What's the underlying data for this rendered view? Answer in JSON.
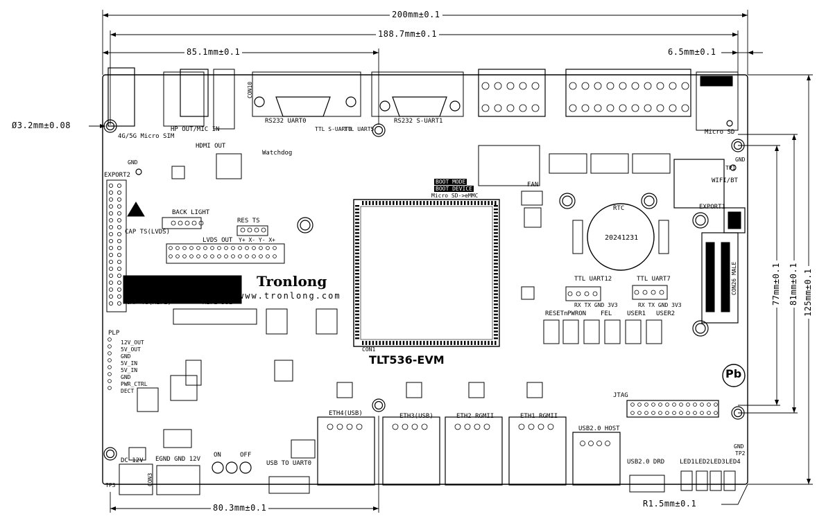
{
  "dimensions": {
    "total_width": "200mm±0.1",
    "hole_span": "188.7mm±0.1",
    "left_block": "85.1mm±0.1",
    "right_offset": "6.5mm±0.1",
    "hole_diameter": "Ø3.2mm±0.08",
    "bottom_span": "80.3mm±0.1",
    "corner_radius": "R1.5mm±0.1",
    "height_77": "77mm±0.1",
    "height_81": "81mm±0.1",
    "height_125": "125mm±0.1"
  },
  "board": {
    "name": "TLT536-EVM",
    "brand": "Tronlong",
    "website": "www.tronlong.com",
    "rtc_date": "20241231",
    "pb_mark": "Pb"
  },
  "labels": {
    "micro_sim": "4G/5G Micro SIM",
    "hp_out": "HP OUT/MIC IN",
    "hdmi_out": "HDMI OUT",
    "rs232_uart0": "RS232 UART0",
    "rs232_suart1": "RS232 S-UART1",
    "ttl_suart0": "TTL S-UART0",
    "ttl_uart5": "TTL UART5",
    "watchdog": "Watchdog",
    "fan": "FAN",
    "rtc": "RTC",
    "micro_sd": "Micro SD",
    "gnd_top": "GND",
    "tp1": "TP1",
    "wifi_bt": "WIFI/BT",
    "export1": "EXPORT1",
    "export2": "EXPORT2",
    "gnd_left": "GND",
    "back_light": "BACK LIGHT",
    "res_ts": "RES TS",
    "cap_ts_lvds": "CAP TS(LVDS)",
    "lvds_out": "LVDS OUT",
    "cap_ts_mipi": "CAP TS(MIPI)",
    "mipi_dsi": "MIPI DSI",
    "ttl_uart12": "TTL UART12",
    "ttl_uart7": "TTL UART7",
    "con26": "CON26 MALE",
    "reset": "RESETn",
    "pwron": "PWRON",
    "fel": "FEL",
    "user1": "USER1",
    "user2": "USER2",
    "jtag": "JTAG",
    "plp": "PLP",
    "dc12v": "DC 12V",
    "egnd": "EGND GND 12V",
    "on": "ON",
    "off": "OFF",
    "usb_to_uart0": "USB TO UART0",
    "eth4": "ETH4(USB)",
    "eth3": "ETH3(USB)",
    "eth2": "ETH2 RGMII",
    "eth1": "ETH1 RGMII",
    "usb20_host": "USB2.0 HOST",
    "usb20_drd": "USB2.0 DRD",
    "led1": "LED1",
    "led2": "LED2",
    "led3": "LED3",
    "led4": "LED4",
    "gnd_br": "GND",
    "tp2": "TP2",
    "tp3": "TP3",
    "boot_mode": "BOOT MODE",
    "boot_device": "BOOT DEVICE",
    "boot_sd": "Micro SD->eMMC",
    "rx_tx_gnd_3v3_a": "RX TX GND 3V3",
    "rx_tx_gnd_3v3_b": "RX TX GND 3V3",
    "plp_pins": "12V_OUT 5V_OUT GND 5V_IN 5V_IN GND PWR_CTRL DECT",
    "res_pins": "Y+ X- Y- X+",
    "con_hdmi": "CON10",
    "con_dc": "CON3",
    "con_sd": "CON1"
  },
  "colors": {
    "board_fill": "#ffffff",
    "ink": "#000000"
  }
}
